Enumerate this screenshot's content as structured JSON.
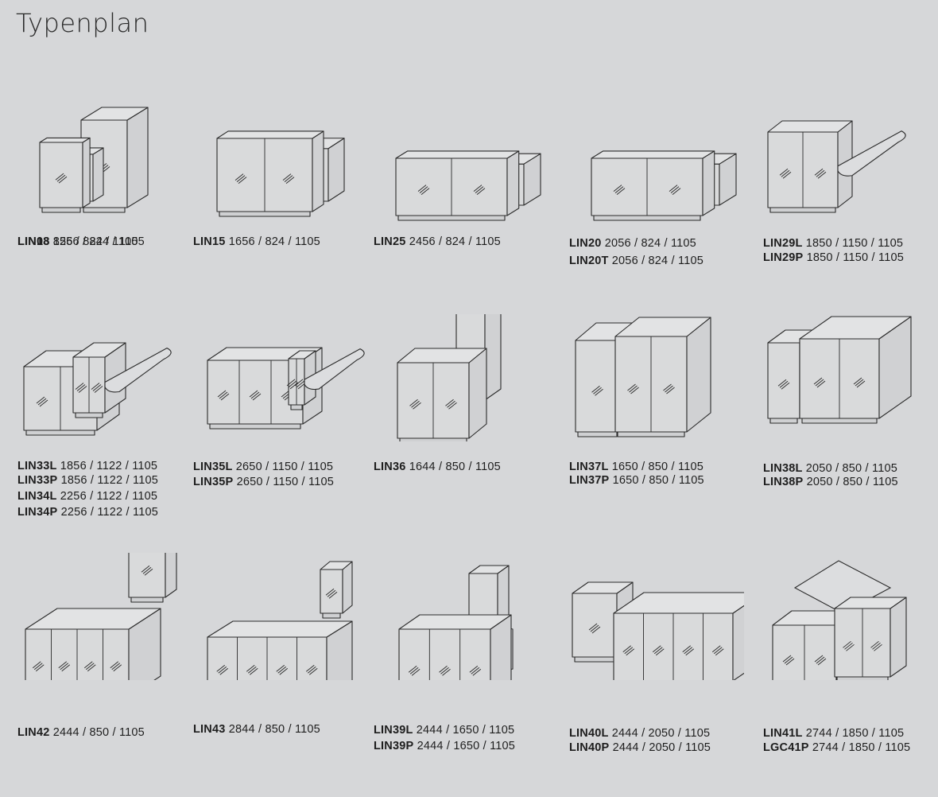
{
  "page": {
    "title": "Typenplan"
  },
  "items": [
    {
      "id": "lin08",
      "drawing": "tall-notch",
      "labels": [
        {
          "code": "LIN08",
          "dims": "856 / 824 / 1105"
        },
        {
          "code": "LIN13",
          "dims": "1256 / 824 / 1105"
        }
      ]
    },
    {
      "id": "lin15",
      "drawing": "counter-2",
      "labels": [
        {
          "code": "LIN15",
          "dims": "1656 / 824 / 1105"
        }
      ]
    },
    {
      "id": "lin25",
      "drawing": "counter-long",
      "labels": [
        {
          "code": "LIN25",
          "dims": "2456 / 824 / 1105"
        }
      ]
    },
    {
      "id": "lin20",
      "drawing": "counter-long",
      "labels": [
        {
          "code": "LIN20",
          "dims": "2056 / 824 / 1105"
        },
        {
          "code": "LIN20T",
          "dims": "2056 / 824 / 1105"
        }
      ]
    },
    {
      "id": "lin29",
      "drawing": "desk-wing",
      "labels": [
        {
          "code": "LIN29L",
          "dims": "1850 / 1150 / 1105"
        },
        {
          "code": "LIN29P",
          "dims": "1850 / 1150 / 1105"
        }
      ]
    },
    {
      "id": "lin33",
      "drawing": "desk-wing-long",
      "labels": [
        {
          "code": "LIN33L",
          "dims": "1856 / 1122 / 1105"
        },
        {
          "code": "LIN33P",
          "dims": "1856 / 1122 / 1105"
        },
        {
          "code": "LIN34L",
          "dims": "2256 / 1122 / 1105"
        },
        {
          "code": "LIN34P",
          "dims": "2256 / 1122 / 1105"
        }
      ]
    },
    {
      "id": "lin35",
      "drawing": "desk-wing-corner",
      "labels": [
        {
          "code": "LIN35L",
          "dims": "2650 / 1150 / 1105"
        },
        {
          "code": "LIN35P",
          "dims": "2650 / 1150 / 1105"
        }
      ]
    },
    {
      "id": "lin36",
      "drawing": "u-shape",
      "labels": [
        {
          "code": "LIN36",
          "dims": "1644 / 850 / 1105"
        }
      ]
    },
    {
      "id": "lin37",
      "drawing": "corner-tall",
      "labels": [
        {
          "code": "LIN37L",
          "dims": "1650 / 850 / 1105"
        },
        {
          "code": "LIN37P",
          "dims": "1650 / 850 / 1105"
        }
      ]
    },
    {
      "id": "lin38",
      "drawing": "corner-long",
      "labels": [
        {
          "code": "LIN38L",
          "dims": "2050 / 850 / 1105"
        },
        {
          "code": "LIN38P",
          "dims": "2050 / 850 / 1105"
        }
      ]
    },
    {
      "id": "lin42",
      "drawing": "low-u-long",
      "labels": [
        {
          "code": "LIN42",
          "dims": "2444 / 850 / 1105"
        }
      ]
    },
    {
      "id": "lin43",
      "drawing": "low-u-wide",
      "labels": [
        {
          "code": "LIN43",
          "dims": "2844 / 850 / 1105"
        }
      ]
    },
    {
      "id": "lin39",
      "drawing": "u-shape-table",
      "labels": [
        {
          "code": "LIN39L",
          "dims": "2444 / 1650 / 1105"
        },
        {
          "code": "LIN39P",
          "dims": "2444 / 1650 / 1105"
        }
      ]
    },
    {
      "id": "lin40",
      "drawing": "l-shape-long",
      "labels": [
        {
          "code": "LIN40L",
          "dims": "2444 / 2050 / 1105"
        },
        {
          "code": "LIN40P",
          "dims": "2444 / 2050 / 1105"
        }
      ]
    },
    {
      "id": "lin41",
      "drawing": "l-shape-table",
      "labels": [
        {
          "code": "LIN41L",
          "dims": "2744 / 1850 / 1105"
        },
        {
          "code": "LGC41P",
          "dims": "2744 / 1850 / 1105"
        }
      ]
    }
  ],
  "colors": {
    "background": "#d6d7d9",
    "panel": "#d9dadb",
    "line": "#2b2b2b",
    "text": "#1e1e1e"
  }
}
